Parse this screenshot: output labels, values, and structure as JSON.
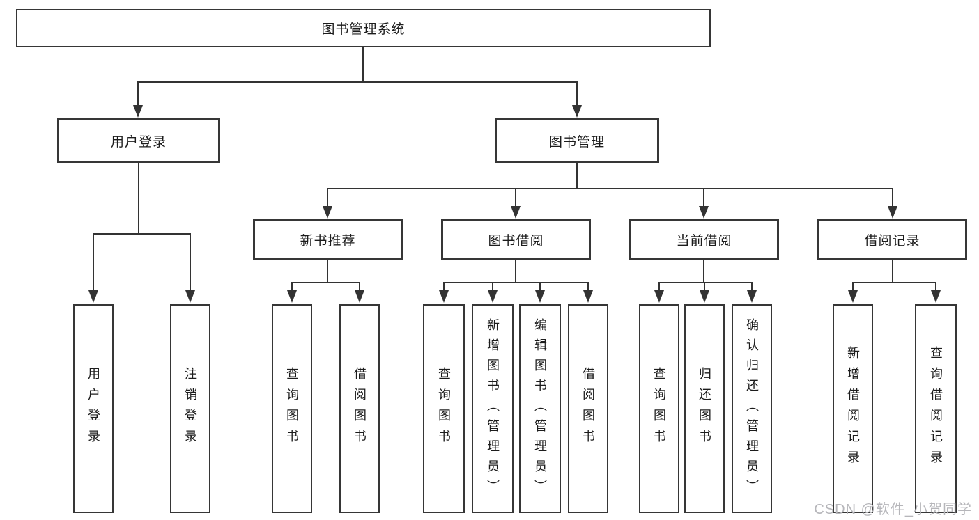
{
  "tree": {
    "root": "图书管理系统",
    "branches": [
      {
        "label": "用户登录",
        "children": [
          "用户登录",
          "注销登录"
        ]
      },
      {
        "label": "图书管理",
        "children": [
          {
            "label": "新书推荐",
            "children": [
              "查询图书",
              "借阅图书"
            ]
          },
          {
            "label": "图书借阅",
            "children": [
              "查询图书",
              "新增图书（管理员）",
              "编辑图书（管理员）",
              "借阅图书"
            ]
          },
          {
            "label": "当前借阅",
            "children": [
              "查询图书",
              "归还图书",
              "确认归还（管理员）"
            ]
          },
          {
            "label": "借阅记录",
            "children": [
              "新增借阅记录",
              "查询借阅记录"
            ]
          }
        ]
      }
    ]
  },
  "watermark": "CSDN @软件_小贺同学",
  "colors": {
    "line": "#333333",
    "box_border": "#363636",
    "text": "#1c1c1c",
    "background": "#ffffff",
    "watermark": "#b6b6ba"
  }
}
